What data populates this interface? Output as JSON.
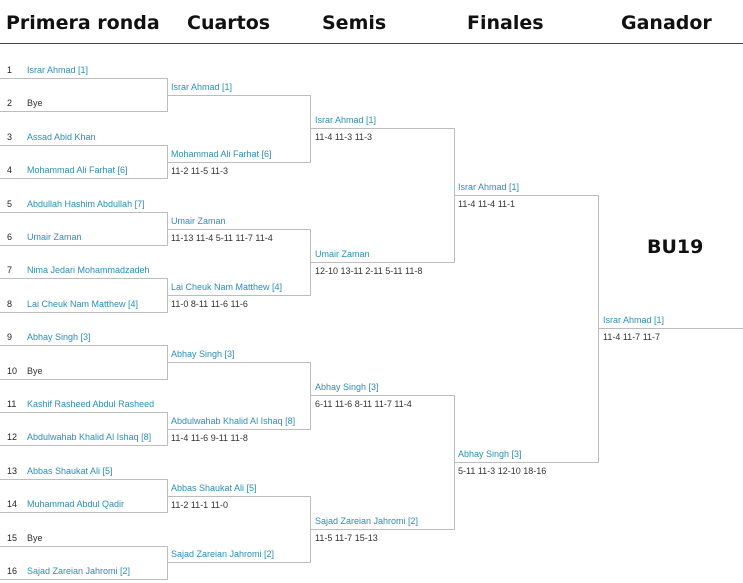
{
  "headers": [
    "Primera ronda",
    "Cuartos",
    "Semis",
    "Finales",
    "Ganador"
  ],
  "title": "BU19",
  "rounds": [
    [
      {
        "seed": "1",
        "name": "Israr Ahmad [1]"
      },
      {
        "seed": "2",
        "name": "Bye",
        "bye": true
      },
      {
        "seed": "3",
        "name": "Assad Abid Khan"
      },
      {
        "seed": "4",
        "name": "Mohammad Ali Farhat [6]"
      },
      {
        "seed": "5",
        "name": "Abdullah Hashim Abdullah [7]"
      },
      {
        "seed": "6",
        "name": "Umair Zaman"
      },
      {
        "seed": "7",
        "name": "Nima Jedari Mohammadzadeh"
      },
      {
        "seed": "8",
        "name": "Lai Cheuk Nam Matthew [4]"
      },
      {
        "seed": "9",
        "name": "Abhay Singh [3]"
      },
      {
        "seed": "10",
        "name": "Bye",
        "bye": true
      },
      {
        "seed": "11",
        "name": "Kashif Rasheed Abdul Rasheed"
      },
      {
        "seed": "12",
        "name": "Abdulwahab Khalid Al Ishaq [8]"
      },
      {
        "seed": "13",
        "name": "Abbas Shaukat Ali [5]"
      },
      {
        "seed": "14",
        "name": "Muhammad Abdul Qadir"
      },
      {
        "seed": "15",
        "name": "Bye",
        "bye": true
      },
      {
        "seed": "16",
        "name": "Sajad Zareian Jahromi [2]"
      }
    ],
    [
      {
        "name": "Israr Ahmad [1]",
        "score": ""
      },
      {
        "name": "Mohammad Ali Farhat [6]",
        "score": "11-2 11-5 11-3"
      },
      {
        "name": "Umair Zaman",
        "score": "11-13 11-4 5-11 11-7 11-4"
      },
      {
        "name": "Lai Cheuk Nam Matthew [4]",
        "score": "11-0 8-11 11-6 11-6"
      },
      {
        "name": "Abhay Singh [3]",
        "score": ""
      },
      {
        "name": "Abdulwahab Khalid Al Ishaq [8]",
        "score": "11-4 11-6 9-11 11-8"
      },
      {
        "name": "Abbas Shaukat Ali [5]",
        "score": "11-2 11-1 11-0"
      },
      {
        "name": "Sajad Zareian Jahromi [2]",
        "score": ""
      }
    ],
    [
      {
        "name": "Israr Ahmad [1]",
        "score": "11-4 11-3 11-3"
      },
      {
        "name": "Umair Zaman",
        "score": "12-10 13-11 2-11 5-11 11-8"
      },
      {
        "name": "Abhay Singh [3]",
        "score": "6-11 11-6 8-11 11-7 11-4"
      },
      {
        "name": "Sajad Zareian Jahromi [2]",
        "score": "11-5 11-7 15-13"
      }
    ],
    [
      {
        "name": "Israr Ahmad [1]",
        "score": "11-4 11-4 11-1"
      },
      {
        "name": "Abhay Singh [3]",
        "score": "5-11 11-3 12-10 18-16"
      }
    ],
    [
      {
        "name": "Israr Ahmad [1]",
        "score": "11-4 11-7 11-7"
      }
    ]
  ],
  "colors": {
    "name": "#2a8fb7",
    "text": "#333333",
    "line": "#bdbdbd"
  }
}
